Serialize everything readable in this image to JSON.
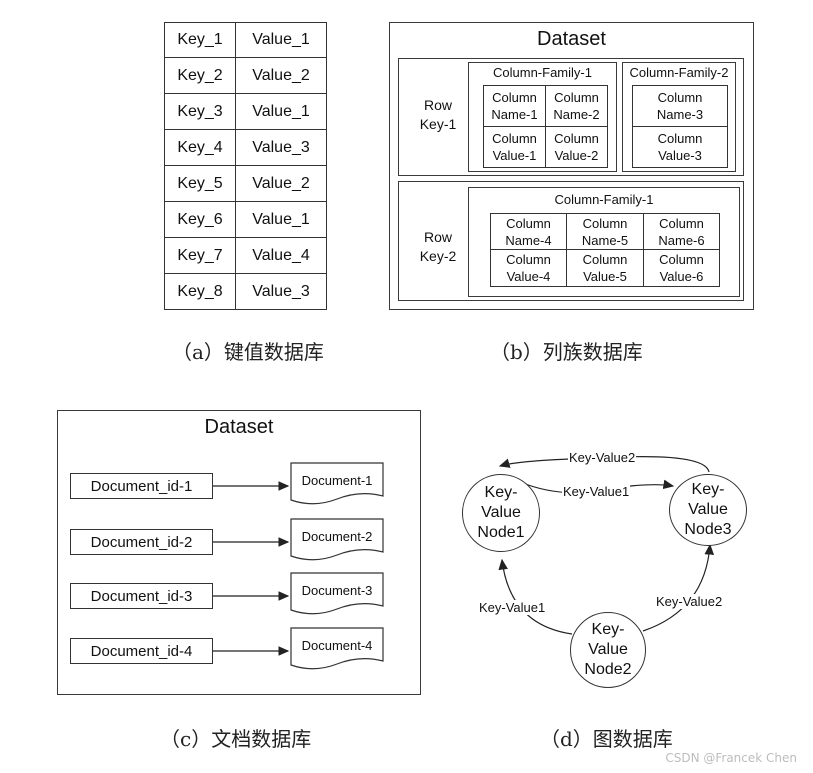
{
  "kv_panel": {
    "rows": [
      {
        "key": "Key_1",
        "value": "Value_1"
      },
      {
        "key": "Key_2",
        "value": "Value_2"
      },
      {
        "key": "Key_3",
        "value": "Value_1"
      },
      {
        "key": "Key_4",
        "value": "Value_3"
      },
      {
        "key": "Key_5",
        "value": "Value_2"
      },
      {
        "key": "Key_6",
        "value": "Value_1"
      },
      {
        "key": "Key_7",
        "value": "Value_4"
      },
      {
        "key": "Key_8",
        "value": "Value_3"
      }
    ],
    "caption": "（a）键值数据库"
  },
  "column_panel": {
    "title": "Dataset",
    "row1": {
      "row_key": "Row\nKey-1",
      "family1": {
        "name": "Column-Family-1",
        "cells": [
          "Column\nName-1",
          "Column\nName-2",
          "Column\nValue-1",
          "Column\nValue-2"
        ]
      },
      "family2": {
        "name": "Column-Family-2",
        "cells": [
          "Column\nName-3",
          "Column\nValue-3"
        ]
      }
    },
    "row2": {
      "row_key": "Row\nKey-2",
      "family1": {
        "name": "Column-Family-1",
        "cells": [
          "Column\nName-4",
          "Column\nName-5",
          "Column\nName-6",
          "Column\nValue-4",
          "Column\nValue-5",
          "Column\nValue-6"
        ]
      }
    },
    "caption": "（b）列族数据库"
  },
  "doc_panel": {
    "title": "Dataset",
    "items": [
      {
        "id": "Document_id-1",
        "doc": "Document-1"
      },
      {
        "id": "Document_id-2",
        "doc": "Document-2"
      },
      {
        "id": "Document_id-3",
        "doc": "Document-3"
      },
      {
        "id": "Document_id-4",
        "doc": "Document-4"
      }
    ],
    "caption": "（c）文档数据库"
  },
  "graph_panel": {
    "nodes": {
      "node1": "Key-\nValue\nNode1",
      "node2": "Key-\nValue\nNode2",
      "node3": "Key-\nValue\nNode3"
    },
    "edges": {
      "top_arc": "Key-Value2",
      "mid_arc": "Key-Value1",
      "left_arc": "Key-Value1",
      "right_arc": "Key-Value2"
    },
    "caption": "（d）图数据库"
  },
  "watermark": "CSDN @Francek Chen"
}
